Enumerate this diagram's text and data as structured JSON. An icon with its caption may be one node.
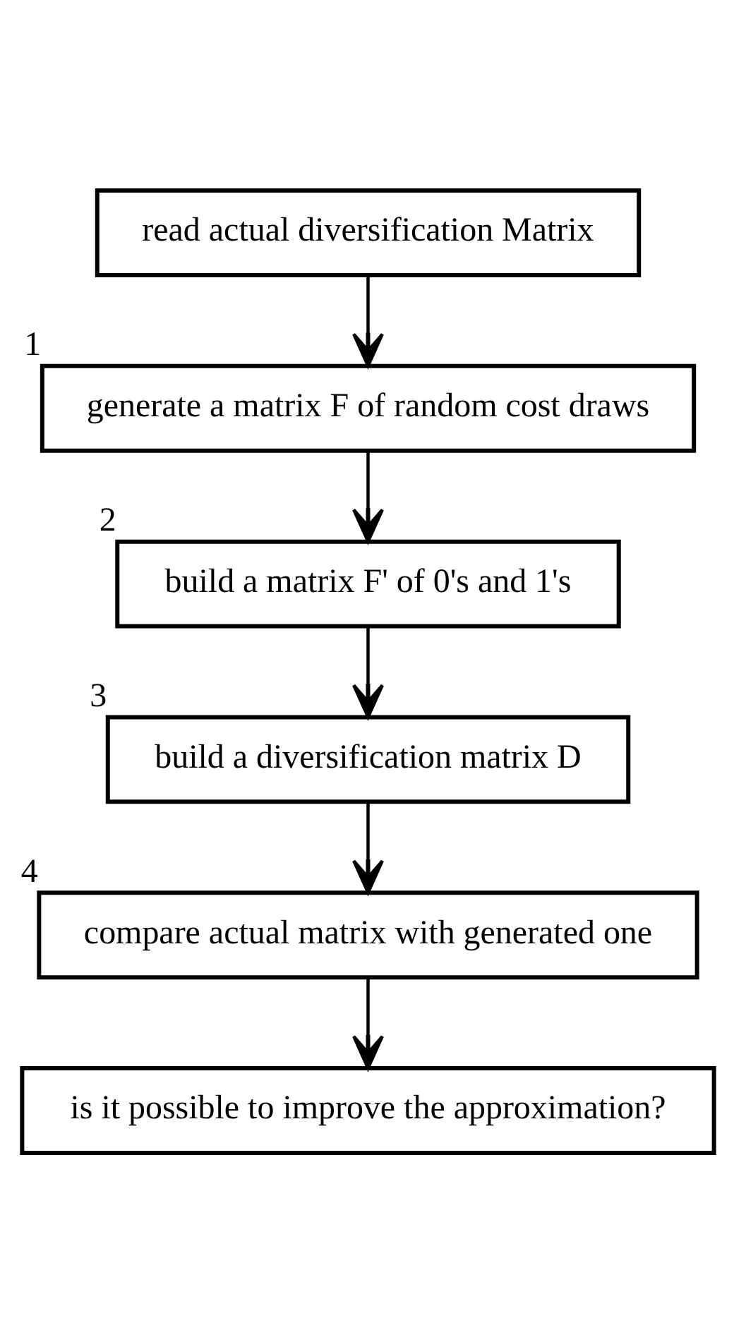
{
  "diagram": {
    "nodes": [
      {
        "text": [
          "read actual diversification Matrix"
        ]
      },
      {
        "text": [
          "generate a matrix F of random cost draws"
        ],
        "beside": [
          "1"
        ]
      },
      {
        "text": [
          "build a matrix F' of 0's and 1's"
        ],
        "beside": [
          "2"
        ]
      },
      {
        "text": [
          "build a diversification matrix D"
        ],
        "beside": [
          "3"
        ]
      },
      {
        "text": [
          "compare actual matrix with generated one"
        ],
        "beside": [
          "4"
        ]
      },
      {
        "text": [
          "is it possible to improve the approximation?"
        ]
      }
    ],
    "edges": [
      {
        "from": 0,
        "to": 1,
        "arrow": "to"
      },
      {
        "from": 1,
        "to": 2,
        "arrow": "to"
      },
      {
        "from": 2,
        "to": 3,
        "arrow": "to"
      },
      {
        "from": 3,
        "to": 4,
        "arrow": "to"
      },
      {
        "from": 4,
        "to": 5,
        "arrow": "to"
      }
    ]
  }
}
